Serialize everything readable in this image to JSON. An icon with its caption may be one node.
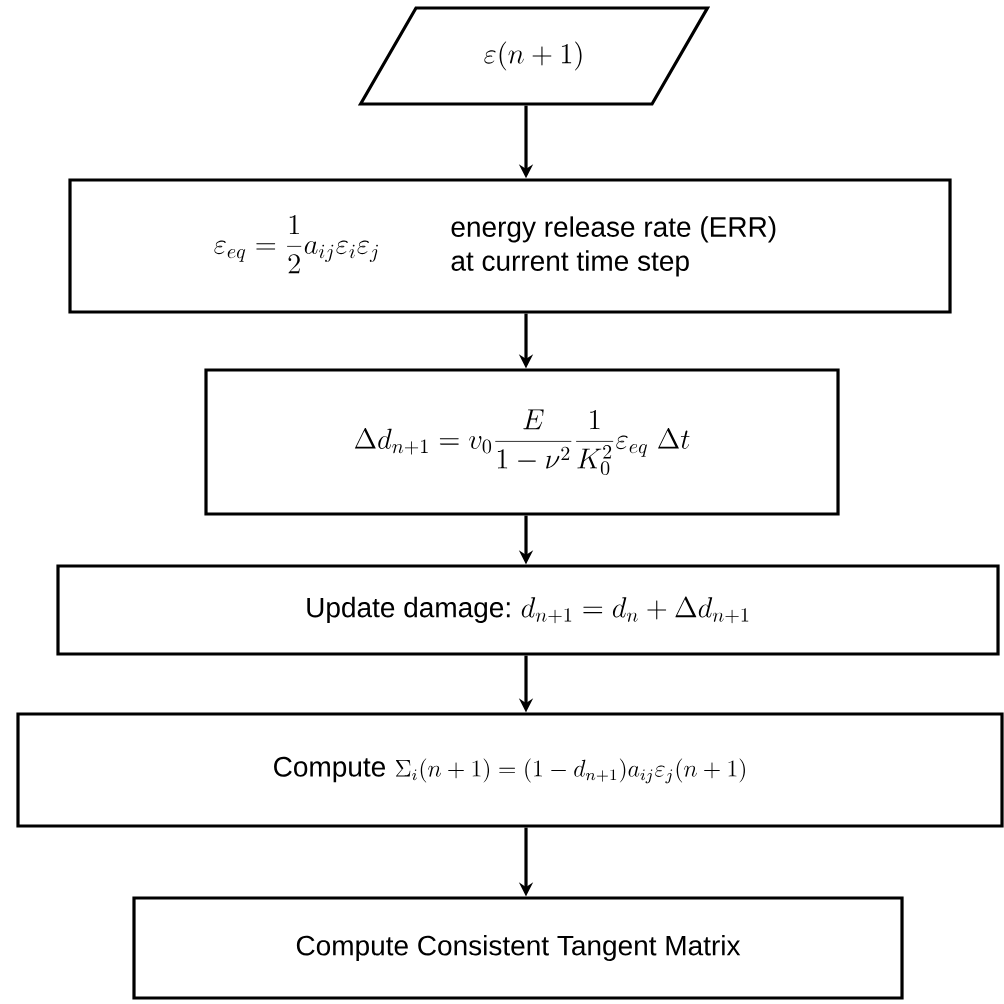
{
  "diagram": {
    "nodes": [
      {
        "text": [
          "\\varepsilon(n+1)"
        ]
      },
      {
        "text": [
          "\\varepsilon_{eq} = \\frac{1}{2} a_{ij}\\varepsilon_i\\varepsilon_j",
          "energy release rate (ERR) at current time step"
        ]
      },
      {
        "text": [
          "\\Delta d_{n+1} = v_0 \\frac{E}{1-\\nu^2}\\frac{1}{K_0^2}\\varepsilon_{eq}\\;\\Delta t"
        ]
      },
      {
        "text": [
          "Update damage:",
          "d_{n+1} = d_n + \\Delta d_{n+1}"
        ]
      },
      {
        "text": [
          "Compute",
          "\\Sigma_i(n+1) = (1-d_{n+1}) a_{ij}\\varepsilon_j(n+1)"
        ]
      },
      {
        "text": [
          "Compute Consistent Tangent Matrix"
        ]
      }
    ],
    "edges": [
      {
        "from": 0,
        "to": 1,
        "arrow": "to"
      },
      {
        "from": 1,
        "to": 2,
        "arrow": "to"
      },
      {
        "from": 2,
        "to": 3,
        "arrow": "to"
      },
      {
        "from": 3,
        "to": 4,
        "arrow": "to"
      },
      {
        "from": 4,
        "to": 5,
        "arrow": "to"
      }
    ]
  }
}
